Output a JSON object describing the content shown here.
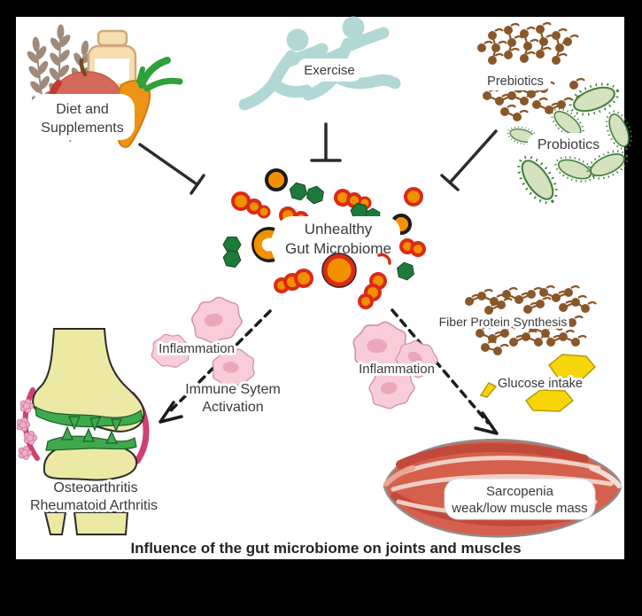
{
  "figure": {
    "caption": "Influence of the gut microbiome on joints and muscles",
    "factors": {
      "diet": {
        "line1": "Diet and",
        "line2": "Supplements"
      },
      "exercise": {
        "label": "Exercise"
      },
      "prebiotics": {
        "label": "Prebiotics"
      },
      "probiotics": {
        "label": "Probiotics"
      }
    },
    "hub": {
      "line1": "Unhealthy",
      "line2": "Gut Microbiome"
    },
    "joint_pathway": {
      "inflammation": "Inflammation",
      "immune_line1": "Immune Sytem",
      "immune_line2": "Activation",
      "outcome_line1": "Osteoarthritis",
      "outcome_line2": "Rheumatoid Arthritis"
    },
    "muscle_pathway": {
      "fiber": "Fiber Protein Synthesis",
      "inflammation": "Inflammation",
      "glucose": "Glucose intake",
      "outcome_line1": "Sarcopenia",
      "outcome_line2": "weak/low muscle mass"
    },
    "icons": [
      "wheat-icon",
      "supplement-bottle-icon",
      "apple-icon",
      "carrot-icon",
      "runners-icon",
      "prebiotic-molecules-icon",
      "probiotic-bacteria-icon",
      "gut-microbiome-cluster-icon",
      "inflammation-cells-icon",
      "fiber-molecules-icon",
      "glucose-crystals-icon",
      "knee-joint-icon",
      "muscle-icon",
      "inhibition-arrow",
      "dashed-arrow"
    ],
    "colors": {
      "frame": "#000000",
      "canvas": "#ffffff",
      "text": "#3a3a3a",
      "exercise_teal": "#b2d8d5",
      "wheat_brown": "#a08a7a",
      "bottle_cream": "#f7ddb2",
      "apple_red": "#d4685a",
      "carrot_orange": "#ec9415",
      "leaf_green": "#2fa13b",
      "prebiotic_brown": "#8a5729",
      "probiotic_green": "#d4e2c0",
      "probiotic_outline": "#447f3c",
      "microbe_orange": "#f29100",
      "microbe_red": "#da2a18",
      "microbe_hexagon_green": "#1e7a3a",
      "inflammation_pink": "#f8cdd9",
      "bone_yellow": "#ece9a5",
      "cartilage_green": "#3fa94d",
      "capsule_pink": "#cf4070",
      "muscle_red": "#d4604d",
      "glucose_yellow": "#f6d60a"
    }
  }
}
